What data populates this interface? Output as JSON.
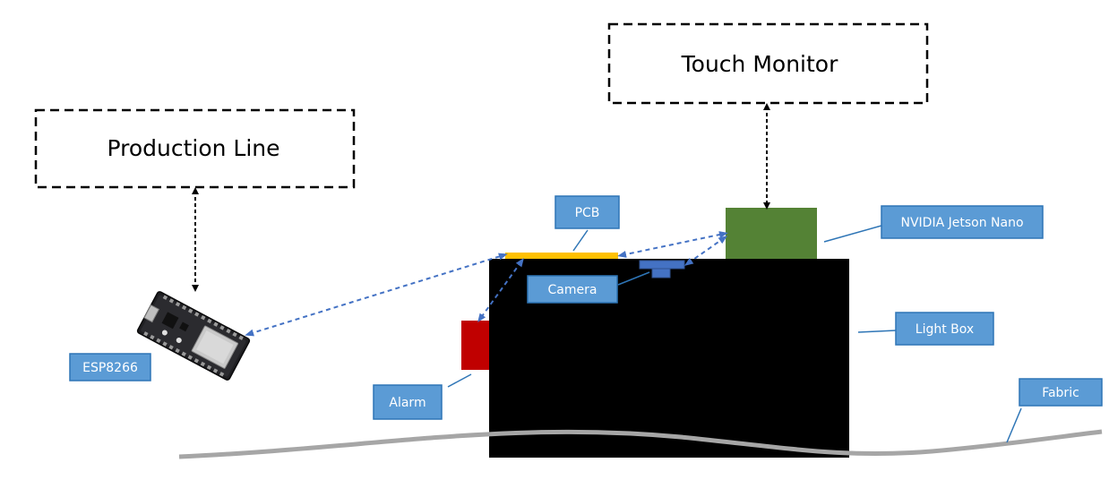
{
  "diagram": {
    "nodes": {
      "production_line": "Production Line",
      "touch_monitor": "Touch Monitor"
    },
    "callouts": {
      "pcb": "PCB",
      "camera": "Camera",
      "jetson": "NVIDIA Jetson Nano",
      "light_box": "Light Box",
      "alarm": "Alarm",
      "esp": "ESP8266",
      "fabric": "Fabric"
    },
    "colors": {
      "light_box": "#000000",
      "jetson": "#548235",
      "pcb": "#FFC000",
      "camera": "#4472C4",
      "alarm": "#C00000",
      "callout_fill": "#5B9BD5",
      "callout_stroke": "#2E75B6",
      "wireless_link": "#4472C4",
      "fabric": "#A6A6A6"
    }
  }
}
